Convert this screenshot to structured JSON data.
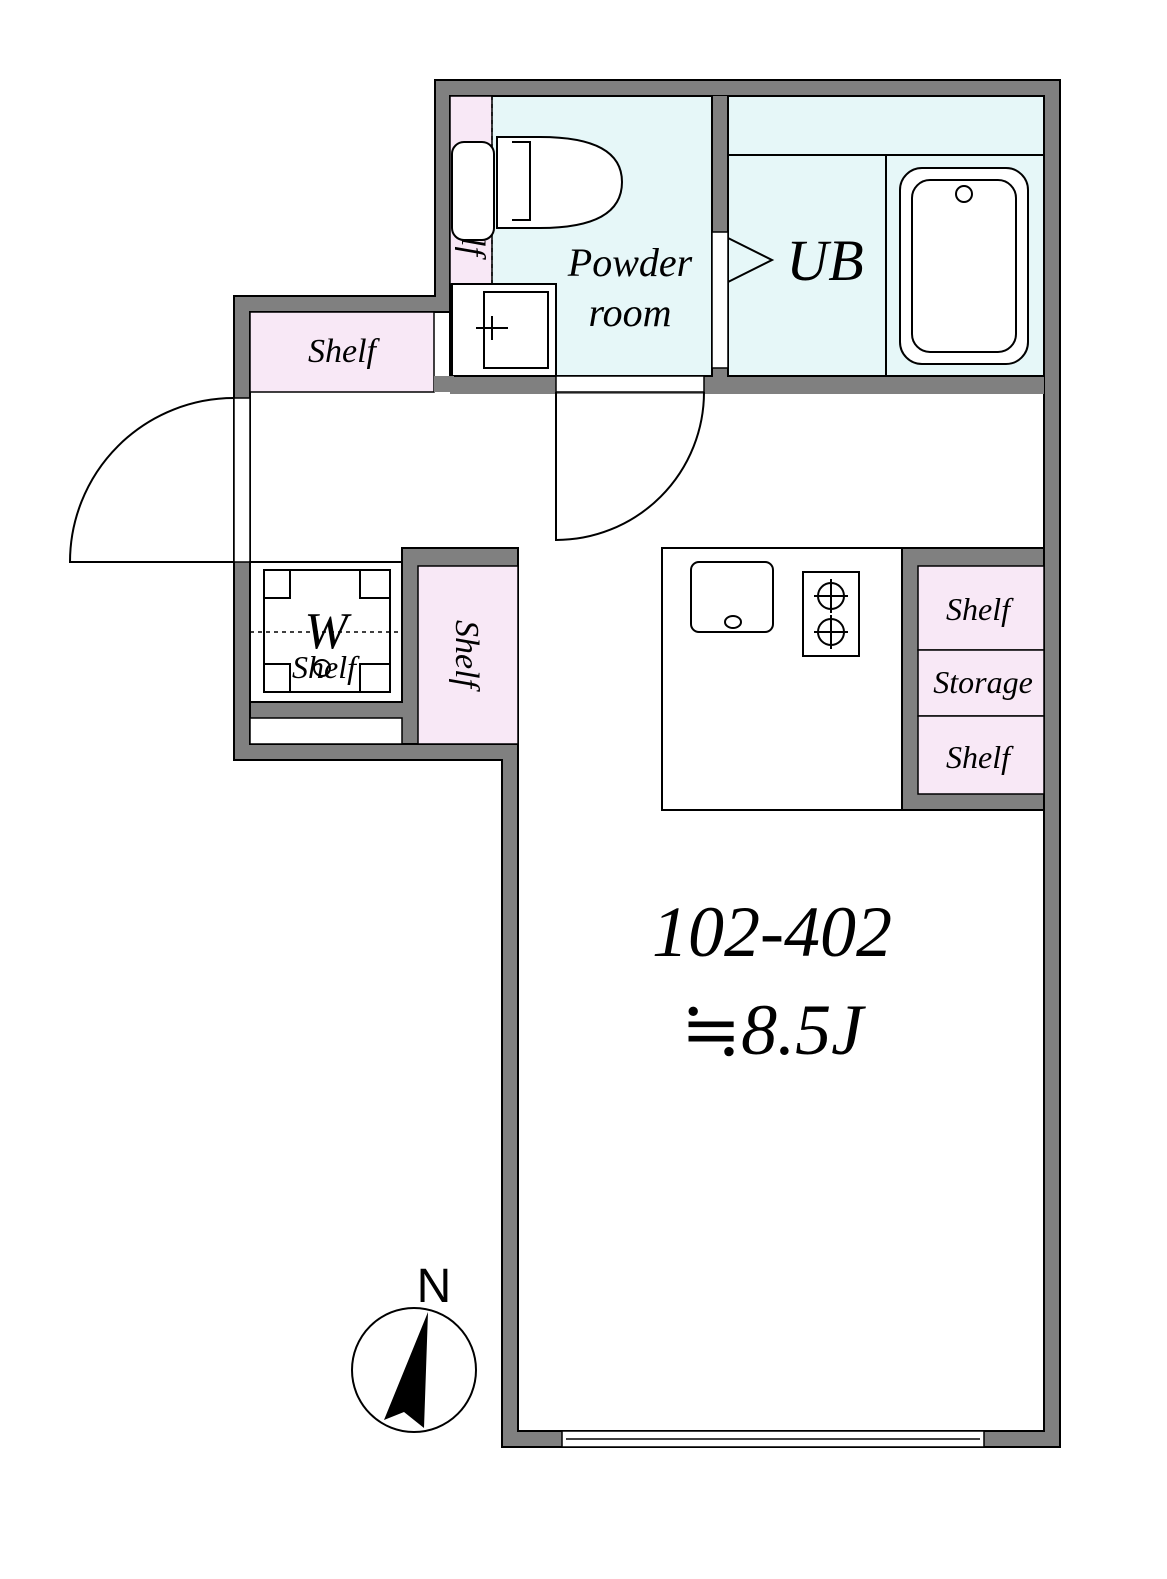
{
  "labels": {
    "powder_room_line1": "Powder",
    "powder_room_line2": "room",
    "unit_bath": "UB",
    "shelf_top_vertical": "Shelf",
    "shelf_entry": "Shelf",
    "washer_mark": "W",
    "shelf_washer": "Shelf",
    "shelf_vertical_mid": "Shelf",
    "kitchen_shelf_top": "Shelf",
    "kitchen_storage": "Storage",
    "kitchen_shelf_bottom": "Shelf",
    "unit_number": "102-402",
    "room_size": "≒8.5J",
    "compass_north": "N"
  },
  "colors": {
    "wall": "#808080",
    "wet_area": "#e6f7f8",
    "storage": "#f8e8f6",
    "line": "#000000",
    "background": "#ffffff"
  }
}
